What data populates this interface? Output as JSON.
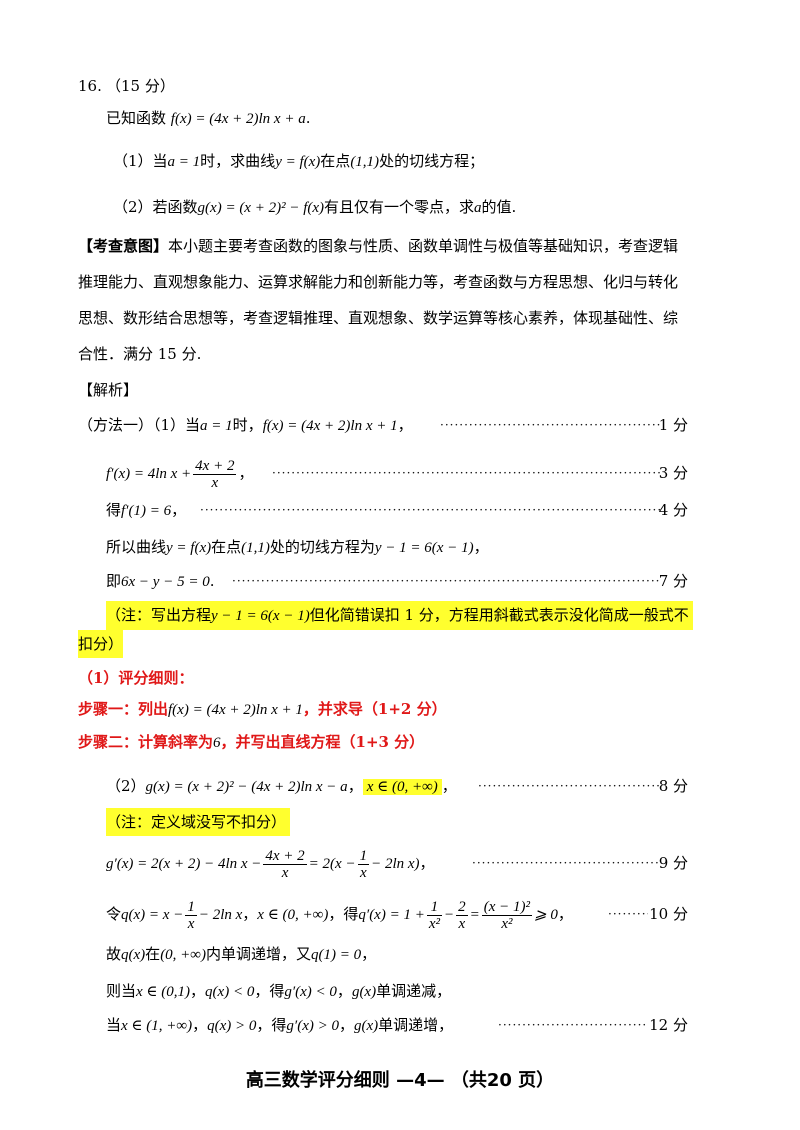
{
  "problem": {
    "number": "16.",
    "points": "（15 分）",
    "stem_prefix": "已知函数",
    "stem_formula": "f(x) = (4x + 2)ln x + a",
    "stem_suffix": ".",
    "q1_prefix": "（1）当",
    "q1_cond": "a = 1",
    "q1_mid": "时，求曲线",
    "q1_curve": "y = f(x)",
    "q1_at": "在点",
    "q1_point": "(1,1)",
    "q1_end": "处的切线方程；",
    "q2_prefix": "（2）若函数",
    "q2_formula": "g(x) = (x + 2)² − f(x)",
    "q2_mid": "有且仅有一个零点，求",
    "q2_var": "a",
    "q2_end": "的值."
  },
  "intent": {
    "label": "【考查意图】",
    "line1": "本小题主要考查函数的图象与性质、函数单调性与极值等基础知识，考查逻辑",
    "line2": "推理能力、直观想象能力、运算求解能力和创新能力等，考查函数与方程思想、化归与转化",
    "line3": "思想、数形结合思想等，考查逻辑推理、直观想象、数学运算等核心素养，体现基础性、综",
    "line4": "合性．满分 15 分."
  },
  "analysis_label": "【解析】",
  "solution": {
    "s1_prefix": "（方法一）（1）当",
    "s1_cond": "a = 1",
    "s1_mid": "时，",
    "s1_formula": "f(x) = (4x + 2)ln x + 1",
    "s1_score": "1 分",
    "s2_formula": "f′(x) = 4ln x +",
    "s2_num": "4x + 2",
    "s2_den": "x",
    "s2_score": "3 分",
    "s3_prefix": "得",
    "s3_formula": "f′(1) = 6",
    "s3_score": "4 分",
    "s4_prefix": "所以曲线",
    "s4_curve": "y = f(x)",
    "s4_at": "在点",
    "s4_point": "(1,1)",
    "s4_mid": "处的切线方程为",
    "s4_eq": "y − 1 = 6(x − 1)",
    "s4_end": "，",
    "s5_prefix": "即",
    "s5_eq": "6x − y − 5 = 0",
    "s5_score": "7 分",
    "note1_a": "（注：写出方程",
    "note1_eq": "y − 1 = 6(x − 1)",
    "note1_b": "但化简错误扣 1 分，方程用斜截式表示没化简成一般式不",
    "note1_c": "扣分）",
    "rubric_title": "（1）评分细则：",
    "rubric_step1_a": "步骤一：列出",
    "rubric_step1_eq": "f(x) = (4x + 2)ln x + 1",
    "rubric_step1_b": "，并求导（1+2 分）",
    "rubric_step2_a": "步骤二：计算斜率为",
    "rubric_step2_val": "6",
    "rubric_step2_b": "，并写出直线方程（1+3 分）",
    "p2_prefix": "（2）",
    "p2_formula": "g(x) = (x + 2)² − (4x + 2)ln x − a",
    "p2_domain": "x ∈ (0, +∞)",
    "p2_score": "8 分",
    "note2": "（注：定义域没写不扣分）",
    "d1_formula_a": "g′(x) = 2(x + 2) − 4ln x −",
    "d1_num": "4x + 2",
    "d1_den": "x",
    "d1_formula_b": "= 2(x −",
    "d1_num2": "1",
    "d1_den2": "x",
    "d1_formula_c": "− 2ln x)",
    "d1_score": "9 分",
    "q_prefix": "令",
    "q_formula": "q(x) = x −",
    "q_num": "1",
    "q_den": "x",
    "q_formula_b": "− 2ln x",
    "q_domain": "x ∈ (0, +∞)",
    "q_mid": "得",
    "q_deriv": "q′(x) = 1 +",
    "q_n1": "1",
    "q_d1": "x²",
    "q_n2": "2",
    "q_d2": "x",
    "q_n3": "(x − 1)²",
    "q_d3": "x²",
    "q_ge": "⩾ 0",
    "q_score": "10 分",
    "mono_a": "故",
    "mono_q": "q(x)",
    "mono_b": "在",
    "mono_int": "(0, +∞)",
    "mono_c": "内单调递增，又",
    "mono_q1": "q(1) = 0",
    "mono_d": "，",
    "case1_a": "则当",
    "case1_int": "x ∈ (0,1)",
    "case1_q": "q(x) < 0",
    "case1_b": "得",
    "case1_g": "g′(x) < 0",
    "case1_gx": "g(x)",
    "case1_c": "单调递减，",
    "case2_a": "当",
    "case2_int": "x ∈ (1, +∞)",
    "case2_q": "q(x) > 0",
    "case2_b": "得",
    "case2_g": "g′(x) > 0",
    "case2_gx": "g(x)",
    "case2_c": "单调递增，",
    "case2_score": "12 分"
  },
  "footer": {
    "text": "高三数学评分细则 —4— （共20 页）"
  },
  "colors": {
    "highlight": "#ffff2e",
    "rubric_red": "#e01818"
  }
}
